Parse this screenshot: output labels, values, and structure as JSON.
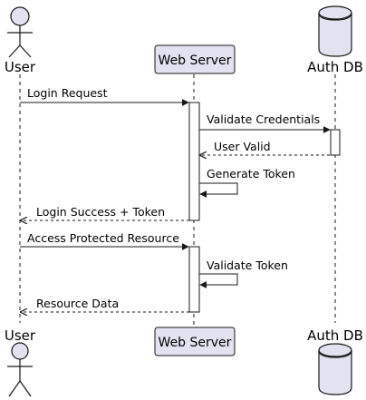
{
  "diagram": {
    "type": "sequence",
    "participants": [
      {
        "id": "user",
        "label": "User",
        "kind": "actor"
      },
      {
        "id": "server",
        "label": "Web Server",
        "kind": "participant"
      },
      {
        "id": "db",
        "label": "Auth DB",
        "kind": "database"
      }
    ],
    "messages": [
      {
        "from": "user",
        "to": "server",
        "label": "Login Request",
        "style": "solid"
      },
      {
        "from": "server",
        "to": "db",
        "label": "Validate Credentials",
        "style": "solid"
      },
      {
        "from": "db",
        "to": "server",
        "label": "User Valid",
        "style": "dashed"
      },
      {
        "from": "server",
        "to": "server",
        "label": "Generate Token",
        "style": "solid"
      },
      {
        "from": "server",
        "to": "user",
        "label": "Login Success + Token",
        "style": "dashed"
      },
      {
        "from": "user",
        "to": "server",
        "label": "Access Protected Resource",
        "style": "solid"
      },
      {
        "from": "server",
        "to": "server",
        "label": "Validate Token",
        "style": "solid"
      },
      {
        "from": "server",
        "to": "user",
        "label": "Resource Data",
        "style": "dashed"
      }
    ],
    "colors": {
      "participant_fill": "#E2E2F0",
      "participant_stroke": "#181818",
      "lifeline": "#181818",
      "activation_fill": "#FFFFFF",
      "message_line": "#181818",
      "text": "#000000"
    }
  }
}
